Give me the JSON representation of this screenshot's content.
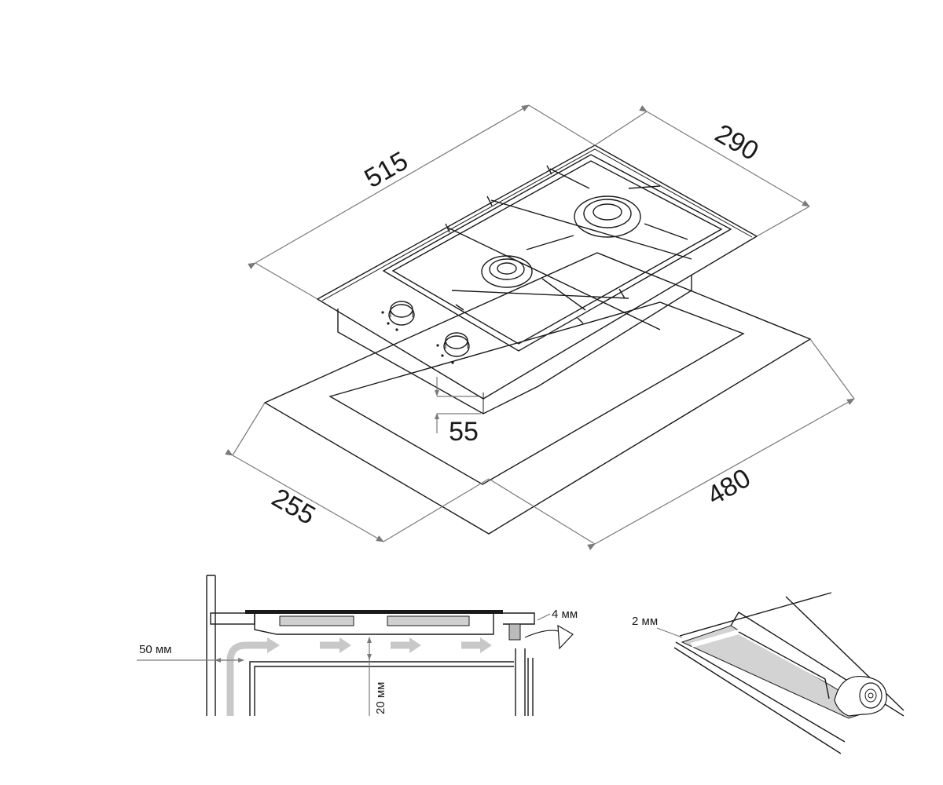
{
  "dimensions": {
    "length": "515",
    "depth": "290",
    "height": "55",
    "cutout_depth": "255",
    "cutout_length": "480"
  },
  "detail_left": {
    "wall_gap": "50 мм",
    "gap_top": "4 мм",
    "clearance": "20 мм"
  },
  "detail_right": {
    "seal": "2 мм"
  }
}
